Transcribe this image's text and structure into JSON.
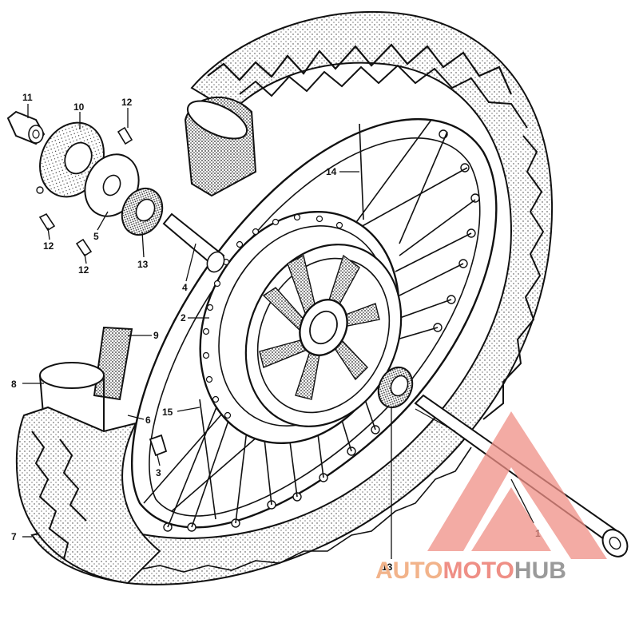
{
  "diagram": {
    "callouts": [
      "11",
      "10",
      "12",
      "12",
      "12",
      "5",
      "13",
      "4",
      "14",
      "2",
      "9",
      "8",
      "6",
      "15",
      "3",
      "7",
      "13",
      "1"
    ]
  },
  "watermark": {
    "text_auto": "AUTO",
    "text_moto": "MOTO",
    "text_hub": "HUB",
    "color_auto": "#f2b38a",
    "color_moto": "#ef8f86",
    "color_hub": "#9a9a9a",
    "color_triangle": "#ef8f86"
  }
}
